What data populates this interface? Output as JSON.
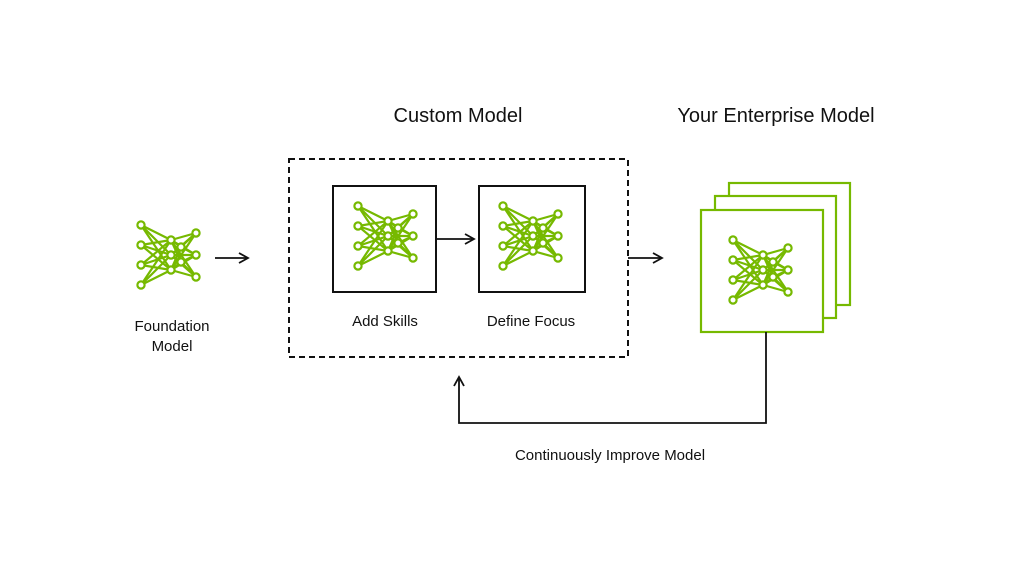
{
  "headings": {
    "custom_model": "Custom Model",
    "enterprise_model": "Your Enterprise Model"
  },
  "foundation": {
    "label_line1": "Foundation",
    "label_line2": "Model"
  },
  "stages": {
    "add_skills": "Add Skills",
    "define_focus": "Define Focus"
  },
  "feedback": {
    "label": "Continuously Improve Model"
  },
  "colors": {
    "accent_green": "#76b900",
    "line_dark": "#111111",
    "background": "#ffffff"
  },
  "icons": {
    "network": "neural-network-icon",
    "arrow": "arrow-right-icon"
  }
}
